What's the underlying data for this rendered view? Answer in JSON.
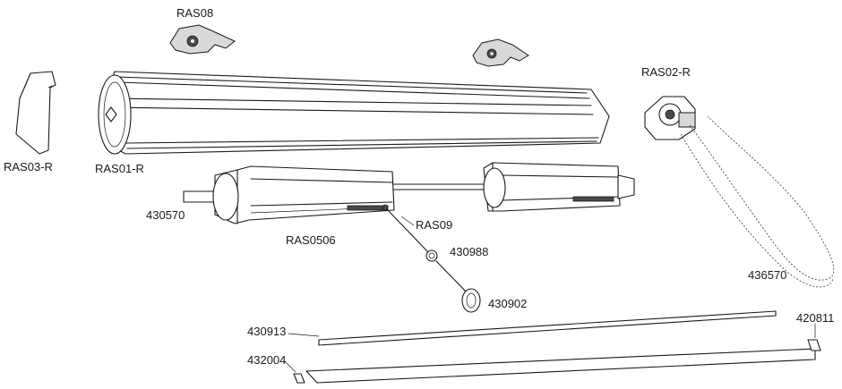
{
  "labels": {
    "ras08": "RAS08",
    "ras02r": "RAS02-R",
    "ras03r": "RAS03-R",
    "ras01r": "RAS01-R",
    "p430570": "430570",
    "ras0506": "RAS0506",
    "ras09": "RAS09",
    "p430988": "430988",
    "p430902": "430902",
    "p436570": "436570",
    "p430913": "430913",
    "p420811": "420811",
    "p432004": "432004"
  }
}
